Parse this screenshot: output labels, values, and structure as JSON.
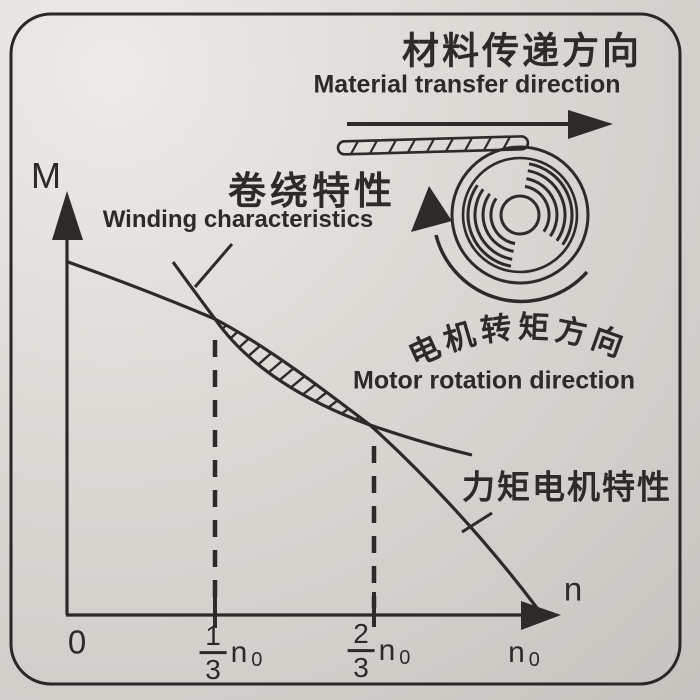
{
  "header": {
    "transfer_title_cn": "材料传递方向",
    "transfer_title_en": "Material transfer direction"
  },
  "roller": {
    "rotation_label_cn": "电机转矩方向",
    "rotation_label_en": "Motor rotation direction"
  },
  "graph": {
    "y_axis_label": "M",
    "x_axis_label": "n",
    "origin_label": "0",
    "ticks": [
      {
        "num": "1",
        "den": "3",
        "unit": "n",
        "sub": "0"
      },
      {
        "num": "2",
        "den": "3",
        "unit": "n",
        "sub": "0"
      }
    ],
    "x_max": {
      "unit": "n",
      "sub": "0"
    },
    "curves": {
      "winding": {
        "label_cn": "卷绕特性",
        "label_en": "Winding characteristics"
      },
      "motor": {
        "label_cn": "力矩电机特性"
      }
    }
  },
  "icons": {
    "transfer_arrow": "right-arrow",
    "rotation_arrow": "curved-arrow-clockwise",
    "y_axis_arrow": "up-arrow",
    "x_axis_arrow": "right-arrow"
  },
  "colors": {
    "ink": "#2d2a27",
    "paper": "#d9d6d2"
  }
}
